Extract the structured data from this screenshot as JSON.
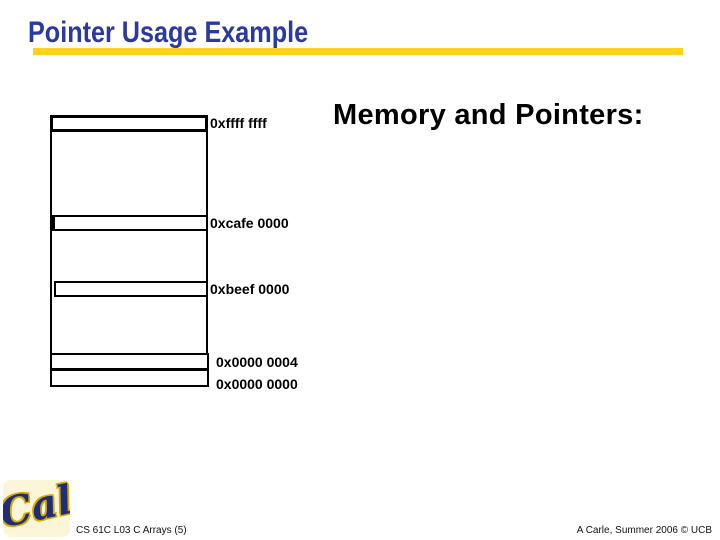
{
  "slide": {
    "title": "Pointer Usage Example",
    "section_heading": "Memory and Pointers:",
    "logo": {
      "text": "Cal"
    },
    "footer": {
      "course": "CS 61C L03 C Arrays (5)",
      "credit": "A Carle, Summer 2006 © UCB"
    }
  },
  "memory_diagram": {
    "address_labels": [
      "0xffff ffff",
      "0xcafe 0000",
      "0xbeef 0000",
      "0x0000 0004",
      "0x0000 0000"
    ]
  },
  "colors": {
    "title_blue": "#2B3A9E",
    "underline_yellow": "#FFD219",
    "border_black": "#000000",
    "logo_navy": "#1E2C7C",
    "logo_gold": "#D9A900",
    "logo_bg": "#FCF6D9"
  }
}
